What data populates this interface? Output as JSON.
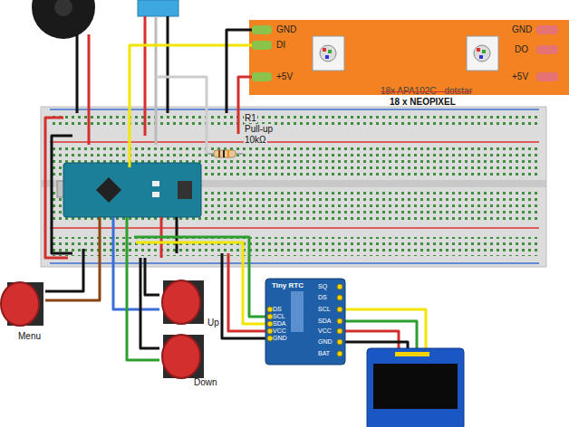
{
  "diagram": {
    "nodes": [
      {
        "text": [
          "GND",
          "DI",
          "+5V",
          "GND",
          "DO",
          "+5V"
        ]
      },
      {
        "text": [
          "Tiny RTC",
          "DS",
          "SCL",
          "SDA",
          "VCC",
          "GND",
          "SQ",
          "DS",
          "SCL",
          "SDA",
          "VCC",
          "GND",
          "BAT"
        ]
      },
      {
        "text": [
          "Menu"
        ]
      },
      {
        "text": [
          "Up"
        ]
      },
      {
        "text": [
          "Down"
        ]
      }
    ],
    "labels": [
      "18x APA102C - dotstar",
      "18 x NEOPIXEL",
      "R1",
      "Pull-up",
      "10kΩ"
    ]
  }
}
